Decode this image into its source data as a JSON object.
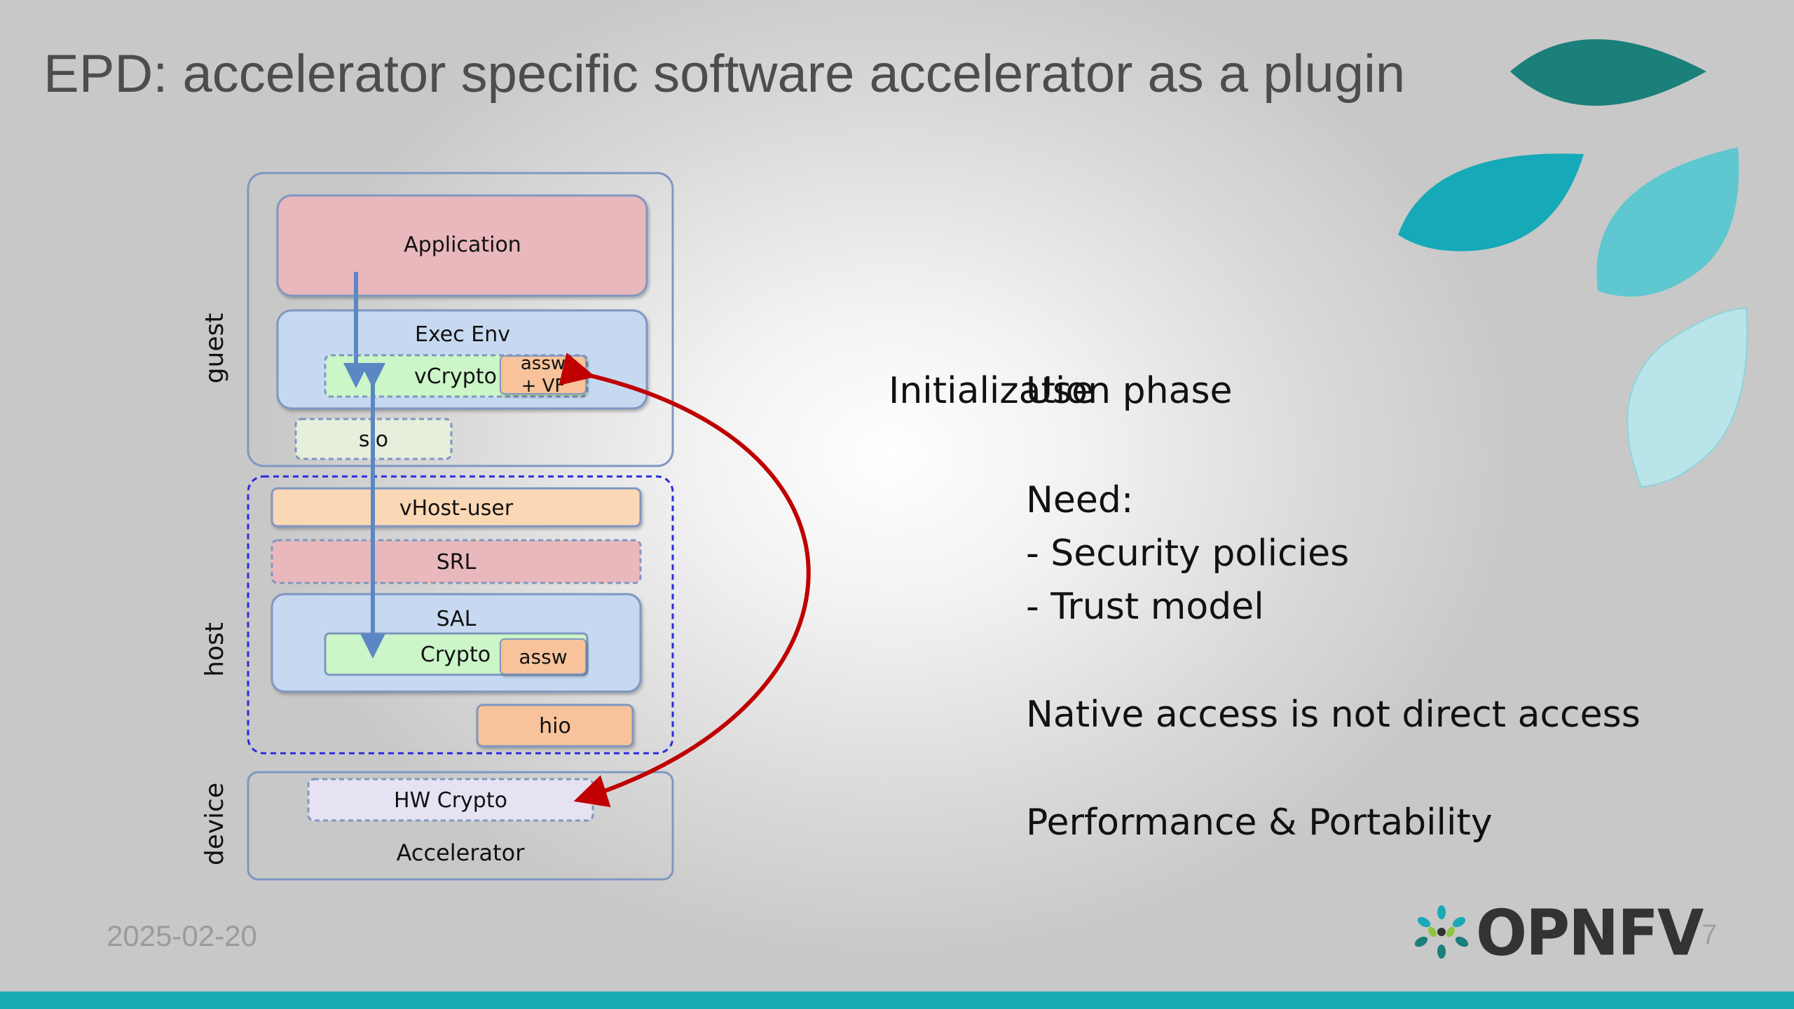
{
  "slide": {
    "title": "EPD: accelerator specific software accelerator as a plugin",
    "date": "2025-02-20",
    "page_number": "7",
    "logo_text": "OPNFV"
  },
  "diagram": {
    "layer_labels": {
      "guest": "guest",
      "host": "host",
      "device": "device"
    },
    "boxes": {
      "application": "Application",
      "exec_env": "Exec Env",
      "vcrypto": "vCrypto",
      "assw_vf_line1": "assw",
      "assw_vf_line2": "+ VF",
      "sio": "sio",
      "vhost_user": "vHost-user",
      "srl": "SRL",
      "sal": "SAL",
      "crypto": "Crypto",
      "assw": "assw",
      "hio": "hio",
      "hw_crypto": "HW Crypto",
      "accelerator": "Accelerator"
    }
  },
  "notes": {
    "phase_initialization": "Initialization phase",
    "phase_use": "Use",
    "need_heading": "Need:",
    "need_items": [
      "- Security policies",
      "- Trust model"
    ],
    "native_access": "Native access is not direct access",
    "performance": "Performance & Portability"
  },
  "colors": {
    "accent_teal": "#1aaab5",
    "arrow_red": "#c00000",
    "arrow_blue": "#5b87c5"
  }
}
